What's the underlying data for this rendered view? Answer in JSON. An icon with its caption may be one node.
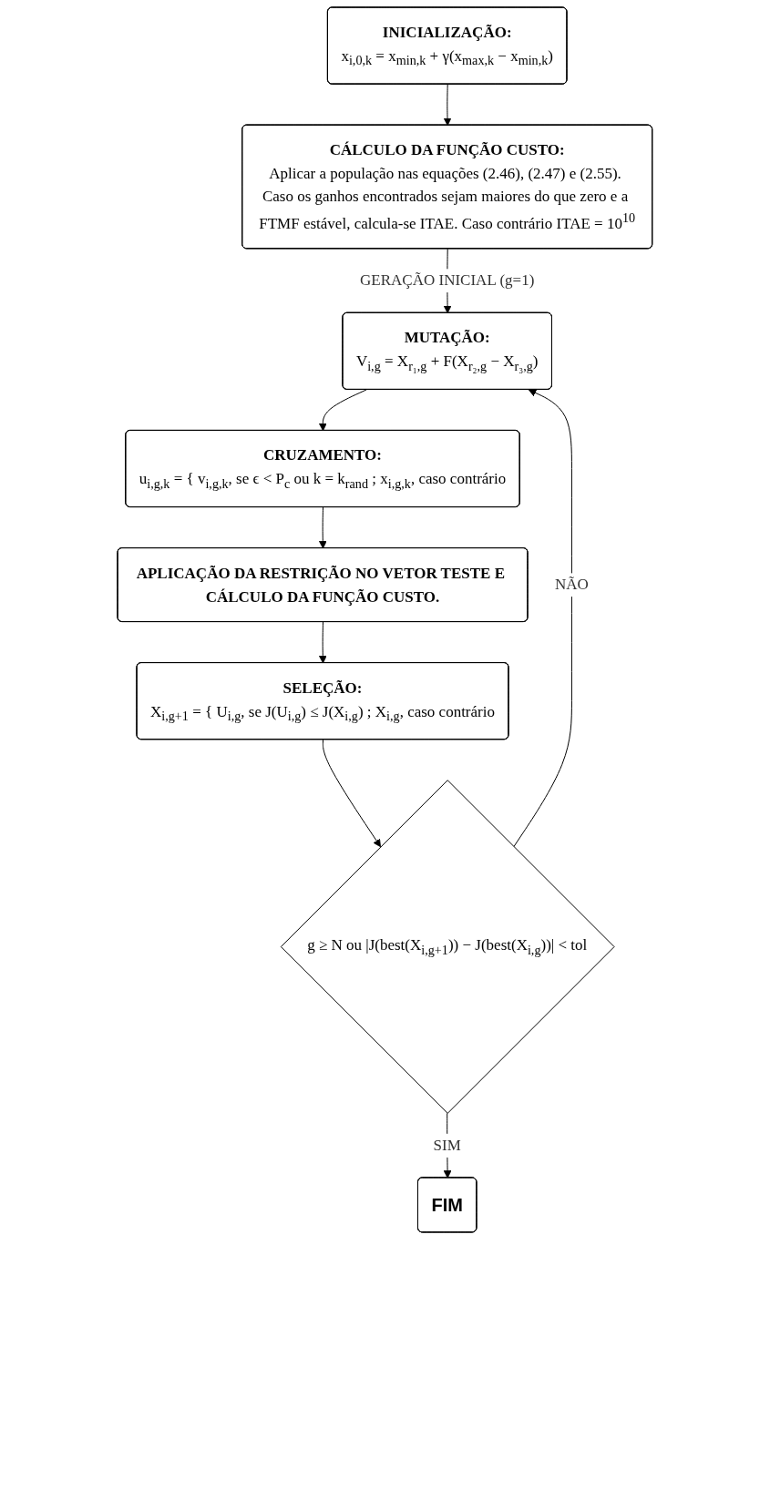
{
  "diagram": {
    "nodes": [
      {
        "text": [
          "INICIALIZAÇÃO:",
          "x$_{i,0,k}$ = x$_{min,k}$ + γ(x$_{max,k}$ − x$_{min,k}$)"
        ]
      },
      {
        "text": [
          "CÁLCULO DA FUNÇÃO CUSTO:",
          "Aplicar a população nas equações (2.46), (2.47) e (2.55). Caso os ganhos encontrados sejam maiores do que zero e a FTMF estável, calcula-se ITAE. Caso contrário ITAE = 10$^{10}$"
        ]
      },
      {
        "text": [
          "MUTAÇÃO:",
          "V$_{i,g}$ = X$_{r₁,g}$ + F(X$_{r₂,g}$ − X$_{r₃,g}$)"
        ]
      },
      {
        "text": [
          "CRUZAMENTO:",
          "u$_{i,g,k}$ = { v$_{i,g,k}$, se ϵ < P$_{c}$ ou k = k$_{rand}$ ; x$_{i,g,k}$, caso contrário"
        ]
      },
      {
        "text": [
          "APLICAÇÃO DA RESTRIÇÃO NO VETOR TESTE E CÁLCULO DA FUNÇÃO CUSTO."
        ]
      },
      {
        "text": [
          "SELEÇÃO:",
          "X$_{i,g+1}$ = { U$_{i,g}$, se J(U$_{i,g}$) ≤ J(X$_{i,g}$) ; X$_{i,g}$, caso contrário"
        ]
      },
      {
        "text": [
          "g ≥ N ou |J(best(X$_{i,g+1}$)) − J(best(X$_{i,g}$))| < tol"
        ]
      },
      {
        "text": [
          "FIM"
        ]
      }
    ],
    "edges": [
      {
        "from": 0,
        "to": 1,
        "arrow": "to"
      },
      {
        "from": 1,
        "to": 2,
        "arrow": "to",
        "label": "GERAÇÃO INICIAL (g=1)"
      },
      {
        "from": 2,
        "to": 3,
        "arrow": "to"
      },
      {
        "from": 3,
        "to": 4,
        "arrow": "to"
      },
      {
        "from": 4,
        "to": 5,
        "arrow": "to"
      },
      {
        "from": 5,
        "to": 6,
        "arrow": "to"
      },
      {
        "from": 6,
        "to": 7,
        "arrow": "to",
        "label": "SIM"
      },
      {
        "from": 6,
        "to": 2,
        "arrow": "to",
        "label": "NÃO"
      }
    ]
  }
}
